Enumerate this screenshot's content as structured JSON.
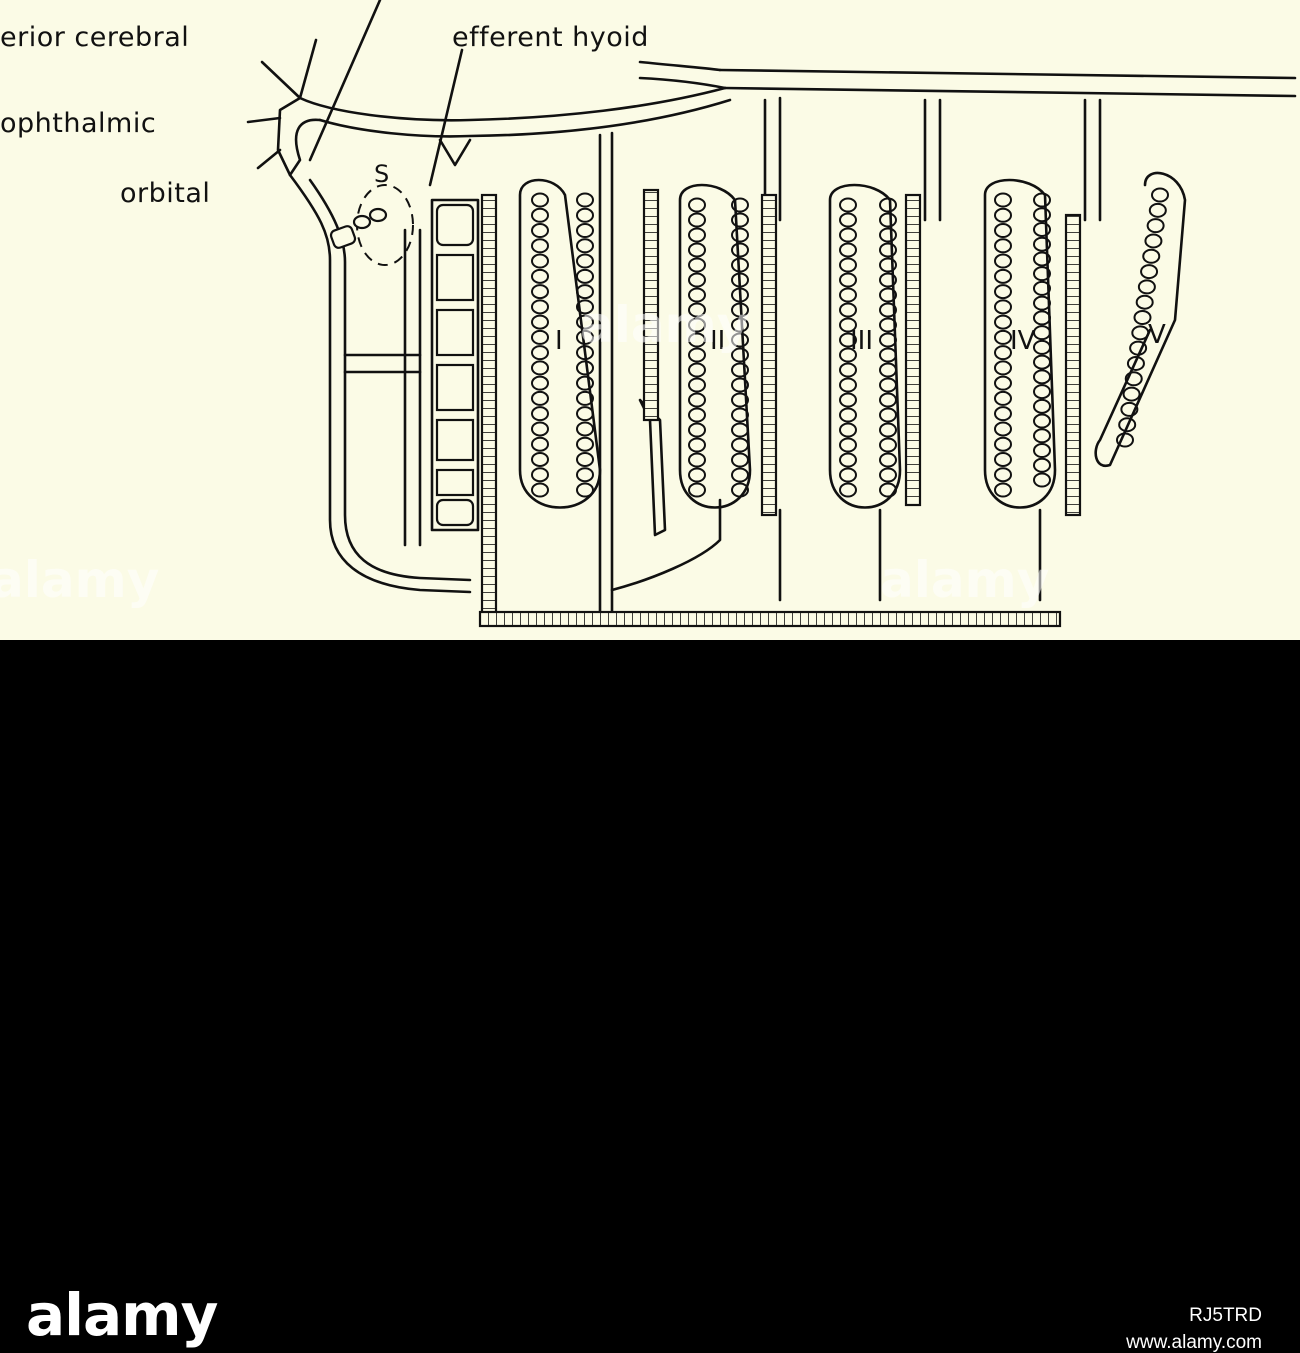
{
  "figure": {
    "labels": {
      "cerebral": "erior cerebral",
      "efferent_hyoid": "efferent hyoid",
      "ophthalmic": "ophthalmic",
      "orbital": "orbital",
      "spiracle": "S"
    },
    "arches": [
      "I",
      "II",
      "III",
      "IV",
      "V"
    ]
  },
  "watermark": {
    "text": "alamy"
  },
  "footer": {
    "logo": "alamy",
    "image_code": "RJ5TRD",
    "url": "www.alamy.com"
  },
  "colors": {
    "paper": "#fbfbe6",
    "ink": "#111111",
    "footer_bg": "#000000",
    "footer_text": "#ffffff"
  }
}
